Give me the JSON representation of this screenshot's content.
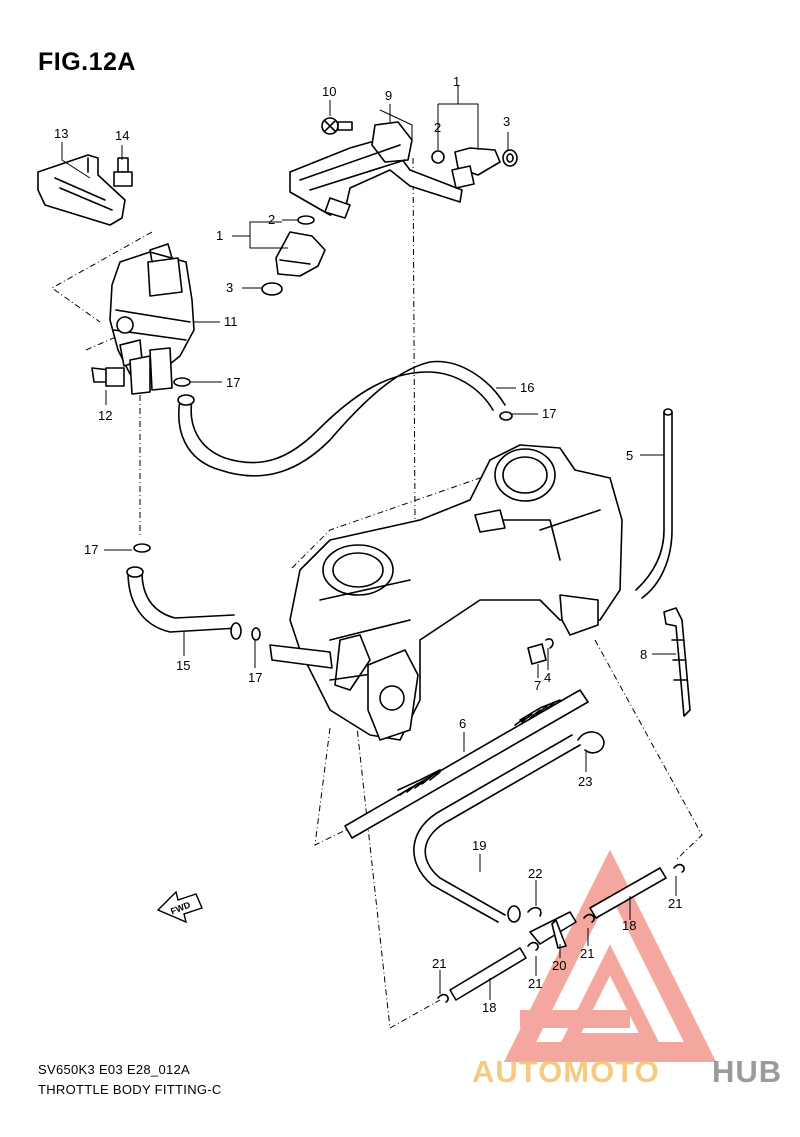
{
  "figure": {
    "title": "FIG.12A",
    "model_code": "SV650K3 E03 E28_012A",
    "section_name": "THROTTLE BODY FITTING-C",
    "direction_label": "FWD"
  },
  "callouts": [
    {
      "id": "c1a",
      "label": "1"
    },
    {
      "id": "c2a",
      "label": "2"
    },
    {
      "id": "c3a",
      "label": "3"
    },
    {
      "id": "c9",
      "label": "9"
    },
    {
      "id": "c10",
      "label": "10"
    },
    {
      "id": "c13",
      "label": "13"
    },
    {
      "id": "c14",
      "label": "14"
    },
    {
      "id": "c2b",
      "label": "2"
    },
    {
      "id": "c1b",
      "label": "1"
    },
    {
      "id": "c3b",
      "label": "3"
    },
    {
      "id": "c11",
      "label": "11"
    },
    {
      "id": "c12",
      "label": "12"
    },
    {
      "id": "c17a",
      "label": "17"
    },
    {
      "id": "c16",
      "label": "16"
    },
    {
      "id": "c17b",
      "label": "17"
    },
    {
      "id": "c5",
      "label": "5"
    },
    {
      "id": "c17c",
      "label": "17"
    },
    {
      "id": "c15",
      "label": "15"
    },
    {
      "id": "c17d",
      "label": "17"
    },
    {
      "id": "c4",
      "label": "4"
    },
    {
      "id": "c7",
      "label": "7"
    },
    {
      "id": "c8",
      "label": "8"
    },
    {
      "id": "c6",
      "label": "6"
    },
    {
      "id": "c23",
      "label": "23"
    },
    {
      "id": "c19",
      "label": "19"
    },
    {
      "id": "c22",
      "label": "22"
    },
    {
      "id": "c18a",
      "label": "18"
    },
    {
      "id": "c21a",
      "label": "21"
    },
    {
      "id": "c21b",
      "label": "21"
    },
    {
      "id": "c20",
      "label": "20"
    },
    {
      "id": "c21c",
      "label": "21"
    },
    {
      "id": "c21d",
      "label": "21"
    },
    {
      "id": "c18b",
      "label": "18"
    }
  ],
  "watermark": {
    "part1": "AUTOMOTO",
    "part2": "HUB",
    "color_primary": "#f08a80",
    "color_secondary": "#f5c16a",
    "color_tertiary": "#8a8a8a"
  },
  "colors": {
    "line": "#000000",
    "background": "#ffffff"
  }
}
